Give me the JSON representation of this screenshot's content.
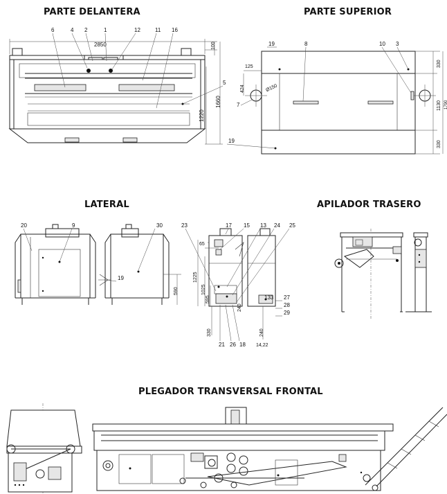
{
  "titles": {
    "front": "PARTE DELANTERA",
    "top": "PARTE SUPERIOR",
    "side": "LATERAL",
    "rear": "APILADOR TRASERO",
    "folder": "PLEGADOR TRANSVERSAL FRONTAL"
  },
  "front": {
    "width": "2850",
    "dim_top": "100",
    "dim_total": "1660",
    "dim_body": "1220",
    "callouts": [
      "6",
      "4",
      "2",
      "1",
      "12",
      "11",
      "16",
      "5"
    ]
  },
  "top": {
    "dim_offset": "125",
    "dim_depth": "424",
    "dim_hole": "Ø150",
    "dim_r1": "330",
    "dim_r2": "1130",
    "dim_r3": "330",
    "dim_total": "1790",
    "callouts": [
      "19",
      "8",
      "10",
      "3",
      "7",
      "19"
    ]
  },
  "side": {
    "callouts": [
      "20",
      "9",
      "30",
      "19"
    ],
    "dim_590": "590"
  },
  "section": {
    "callouts_top": [
      "23",
      "17",
      "15",
      "13",
      "24",
      "25"
    ],
    "dim_65": "65",
    "dim_1225": "1225",
    "dim_1025": "1025",
    "dim_595": "595",
    "dim_240a": "240",
    "dim_330": "330",
    "dim_133": "133",
    "dim_240b": "240",
    "dim_1422": "14,22",
    "callouts_right": [
      "27",
      "28",
      "29"
    ],
    "callouts_bottom": [
      "21",
      "26",
      "18"
    ]
  }
}
